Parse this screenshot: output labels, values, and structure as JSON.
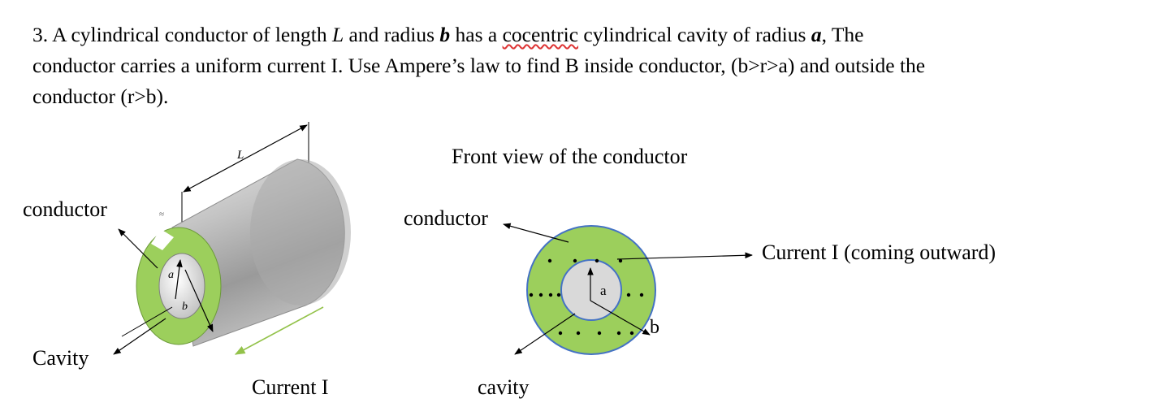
{
  "problem": {
    "line1": {
      "prefix": "3. A cylindrical conductor of length ",
      "L": "L",
      "mid1": " and radius ",
      "b": "b",
      "mid2": " has a ",
      "misspelled": "cocentric",
      "mid3": " cylindrical cavity of radius ",
      "a": "a",
      "suffix": ", The"
    },
    "line2": "conductor carries a uniform current I. Use Ampere’s law to find B inside conductor, (b>r>a) and outside the",
    "line3": "conductor (r>b)."
  },
  "left_figure": {
    "conductor_label": "conductor",
    "cavity_label": "Cavity",
    "current_label": "Current I",
    "length_label": "L",
    "inner_radius_label": "a",
    "outer_radius_label": "b",
    "tick_mark": "≈"
  },
  "right_figure": {
    "title": "Front view of the conductor",
    "conductor_label": "conductor",
    "cavity_label": "cavity",
    "current_label": "Current I (coming outward)",
    "inner_radius_label": "a",
    "outer_radius_label": "b"
  },
  "colors": {
    "conductor_green": "#9ccf5c",
    "ring_outline": "#4472c4",
    "cavity_gray": "#d9d9d9",
    "cylinder_gray": "#a6a6a6",
    "current_arrow": "#93c24a"
  }
}
